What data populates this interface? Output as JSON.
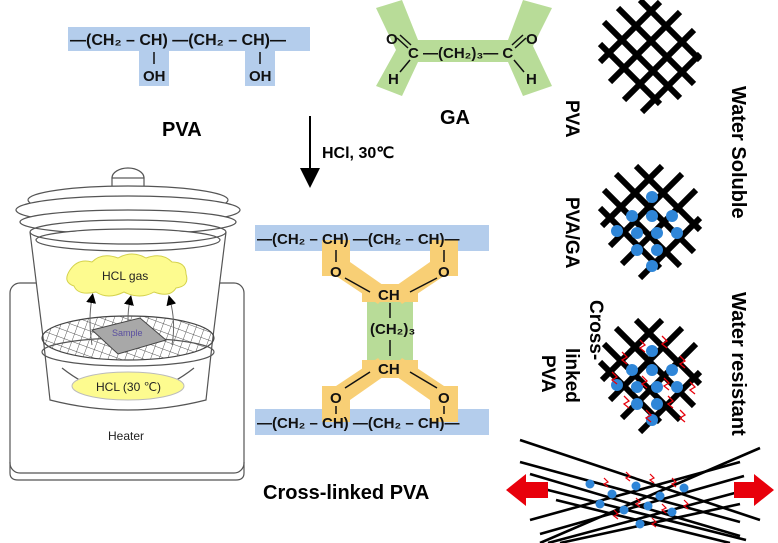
{
  "pva_formula": {
    "chain": "—(CH₂ – CH) —(CH₂ – CH)—",
    "oh_left": "OH",
    "oh_right": "OH"
  },
  "ga_formula": {
    "o_left": "O",
    "o_right": "O",
    "middle": "C —(CH₂)₃— C",
    "h_left": "H",
    "h_right": "H"
  },
  "labels": {
    "pva": "PVA",
    "ga": "GA",
    "reaction_condition": "HCl, 30℃",
    "crosslinked_title": "Cross-linked PVA"
  },
  "apparatus": {
    "hcl_gas": "HCL gas",
    "sample": "Sample",
    "hcl_liquid": "HCL (30 ℃)",
    "heater": "Heater"
  },
  "crosslinked_structure": {
    "top_chain": "—(CH₂ – CH) —(CH₂ – CH)—",
    "bottom_chain": "—(CH₂ – CH) —(CH₂ – CH)—",
    "o_top_left": "O",
    "o_top_right": "O",
    "ch_top": "CH",
    "ch2_3": "(CH₂)₃",
    "ch_bottom": "CH",
    "o_bottom_left": "O",
    "o_bottom_right": "O"
  },
  "network_labels": {
    "pva": "PVA",
    "pva_ga": "PVA/GA",
    "crosslinked_pva_line1": "Cross-",
    "crosslinked_pva_line2": "linked",
    "crosslinked_pva_line3": "PVA",
    "water_soluble": "Water Soluble",
    "water_resistant": "Water resistant"
  },
  "colors": {
    "pva_highlight": "#b4cdec",
    "ga_highlight": "#b8dc98",
    "crosslink_highlight": "#f8cf75",
    "node_blue": "#2f86d8",
    "arrow_red": "#e8000b",
    "hcl_yellow": "#fdfb8f"
  }
}
